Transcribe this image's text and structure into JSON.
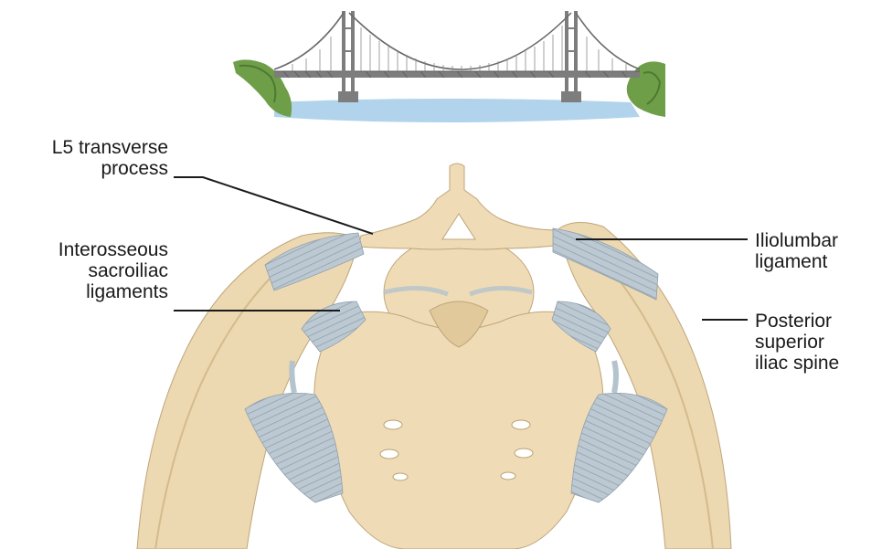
{
  "labels": {
    "l5_transverse_process": [
      "L5 transverse",
      "process"
    ],
    "interosseous_sacroiliac_ligaments": [
      "Interosseous",
      "sacroiliac",
      "ligaments"
    ],
    "iliolumbar_ligament": [
      "Iliolumbar",
      "ligament"
    ],
    "posterior_superior_iliac_spine": [
      "Posterior",
      "superior",
      "iliac spine"
    ]
  },
  "colors": {
    "bone": "#efdcb6",
    "bone_shade": "#dcc394",
    "bone_outline": "#b89d6c",
    "ligament": "#b9c6cf",
    "ligament_stripe": "#8fa1ad",
    "water": "#9ec7e6",
    "foliage": "#6e9f4a",
    "bridge": "#7a7a7a"
  }
}
